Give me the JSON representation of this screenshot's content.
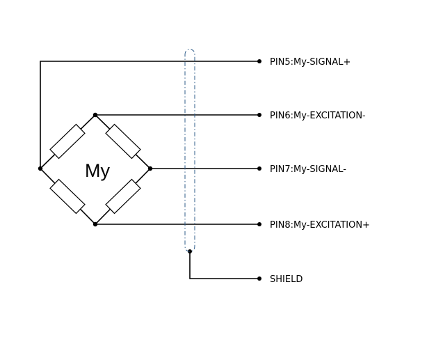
{
  "diagram": {
    "bridge_label": "My",
    "pins": {
      "pin5": "PIN5:My-SIGNAL+",
      "pin6": "PIN6:My-EXCITATION-",
      "pin7": "PIN7:My-SIGNAL-",
      "pin8": "PIN8:My-EXCITATION+",
      "shield": "SHIELD"
    },
    "colors": {
      "wire": "#000000",
      "shield_outline": "#2f5d8a"
    }
  }
}
